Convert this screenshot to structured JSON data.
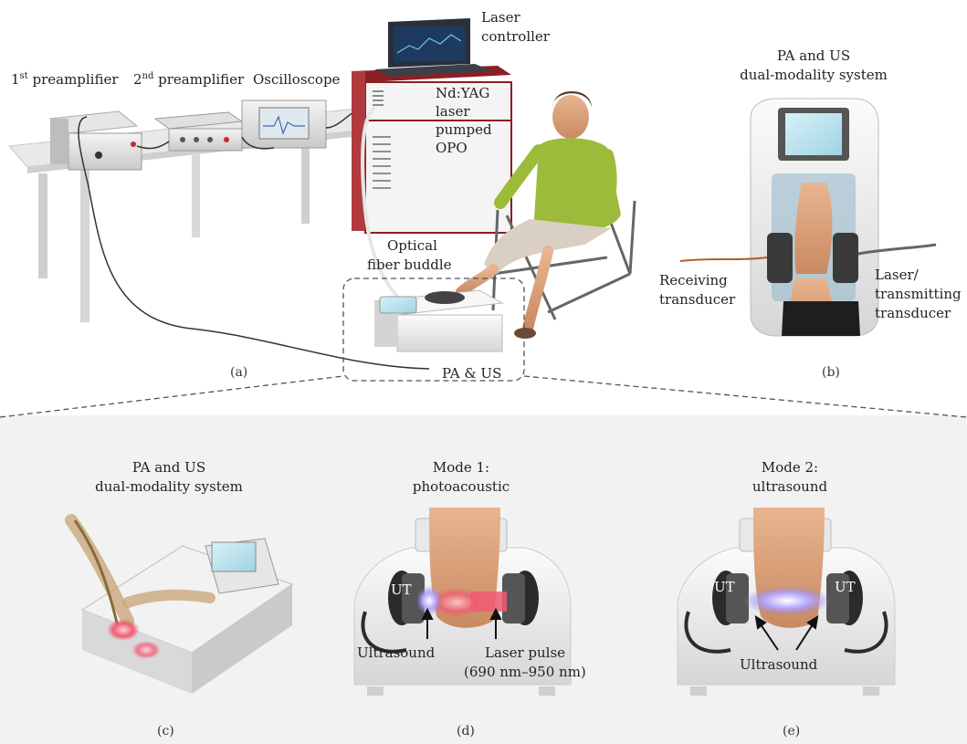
{
  "labels": {
    "preamp1_main": "1",
    "preamp1_sup": "st",
    "preamp1_rest": " preamplifier",
    "preamp2_main": "2",
    "preamp2_sup": "nd",
    "preamp2_rest": " preamplifier",
    "oscilloscope": "Oscilloscope",
    "laser_controller_1": "Laser",
    "laser_controller_2": "controller",
    "ndyag_1": "Nd:YAG",
    "ndyag_2": "laser",
    "ndyag_3": "pumped",
    "ndyag_4": "OPO",
    "fiber_1": "Optical",
    "fiber_2": "fiber buddle",
    "pa_us": "PA & US",
    "panel_a": "(a)",
    "system_b_1": "PA and US",
    "system_b_2": "dual-modality system",
    "receiving_1": "Receiving",
    "receiving_2": "transducer",
    "laser_tx_1": "Laser/",
    "laser_tx_2": "transmitting",
    "laser_tx_3": "transducer",
    "panel_b": "(b)",
    "system_c_1": "PA and US",
    "system_c_2": "dual-modality system",
    "panel_c": "(c)",
    "mode1_1": "Mode 1:",
    "mode1_2": "photoacoustic",
    "ut_d": "UT",
    "ultrasound_d": "Ultrasound",
    "laser_pulse_1": "Laser pulse",
    "laser_pulse_2": "(690 nm–950 nm)",
    "panel_d": "(d)",
    "mode2_1": "Mode 2:",
    "mode2_2": "ultrasound",
    "ut_e_left": "UT",
    "ut_e_right": "UT",
    "ultrasound_e": "Ultrasound",
    "panel_e": "(e)"
  },
  "colors": {
    "shirt": "#9dbb3a",
    "laser": "#e8475e",
    "ultrasound": "#8f7ee8",
    "device": "#e9e9ea",
    "dashed": "#4a5566"
  }
}
